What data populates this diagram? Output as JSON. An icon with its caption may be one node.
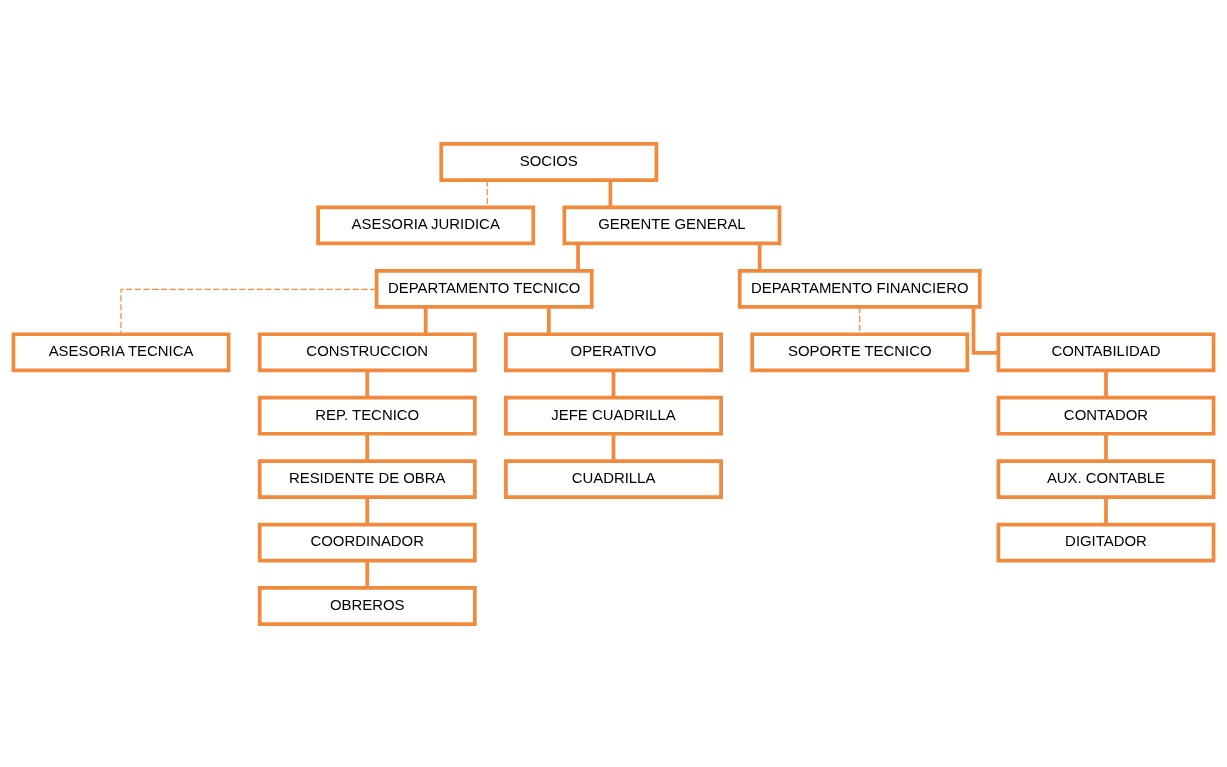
{
  "diagram": {
    "nodes": [
      {
        "text": [
          "SOCIOS"
        ]
      },
      {
        "text": [
          "ASESORIA JURIDICA"
        ]
      },
      {
        "text": [
          "GERENTE GENERAL"
        ]
      },
      {
        "text": [
          "DEPARTAMENTO TECNICO"
        ]
      },
      {
        "text": [
          "DEPARTAMENTO FINANCIERO"
        ]
      },
      {
        "text": [
          "ASESORIA TECNICA"
        ]
      },
      {
        "text": [
          "SOPORTE TECNICO"
        ]
      },
      {
        "text": [
          "CONSTRUCCION"
        ]
      },
      {
        "text": [
          "OPERATIVO"
        ]
      },
      {
        "text": [
          "CONTABILIDAD"
        ]
      },
      {
        "text": [
          "REP. TECNICO"
        ]
      },
      {
        "text": [
          "JEFE CUADRILLA"
        ]
      },
      {
        "text": [
          "CONTADOR"
        ]
      },
      {
        "text": [
          "RESIDENTE DE OBRA"
        ]
      },
      {
        "text": [
          "CUADRILLA"
        ]
      },
      {
        "text": [
          "AUX. CONTABLE"
        ]
      },
      {
        "text": [
          "COORDINADOR"
        ]
      },
      {
        "text": [
          "DIGITADOR"
        ]
      },
      {
        "text": [
          "OBREROS"
        ]
      }
    ],
    "edges": [
      {
        "from": 0,
        "to": 2,
        "arrow": "none"
      },
      {
        "from": 0,
        "to": 1,
        "arrow": "none",
        "style": "dashed"
      },
      {
        "from": 2,
        "to": 3,
        "arrow": "none"
      },
      {
        "from": 2,
        "to": 4,
        "arrow": "none"
      },
      {
        "from": 3,
        "to": 5,
        "arrow": "none",
        "style": "dashed"
      },
      {
        "from": 4,
        "to": 6,
        "arrow": "none",
        "style": "dashed"
      },
      {
        "from": 3,
        "to": 7,
        "arrow": "none"
      },
      {
        "from": 3,
        "to": 8,
        "arrow": "none"
      },
      {
        "from": 4,
        "to": 9,
        "arrow": "none"
      },
      {
        "from": 7,
        "to": 10,
        "arrow": "none"
      },
      {
        "from": 10,
        "to": 13,
        "arrow": "none"
      },
      {
        "from": 13,
        "to": 16,
        "arrow": "none"
      },
      {
        "from": 16,
        "to": 18,
        "arrow": "none"
      },
      {
        "from": 8,
        "to": 11,
        "arrow": "none"
      },
      {
        "from": 11,
        "to": 14,
        "arrow": "none"
      },
      {
        "from": 9,
        "to": 12,
        "arrow": "none"
      },
      {
        "from": 12,
        "to": 15,
        "arrow": "none"
      },
      {
        "from": 15,
        "to": 17,
        "arrow": "none"
      }
    ]
  }
}
